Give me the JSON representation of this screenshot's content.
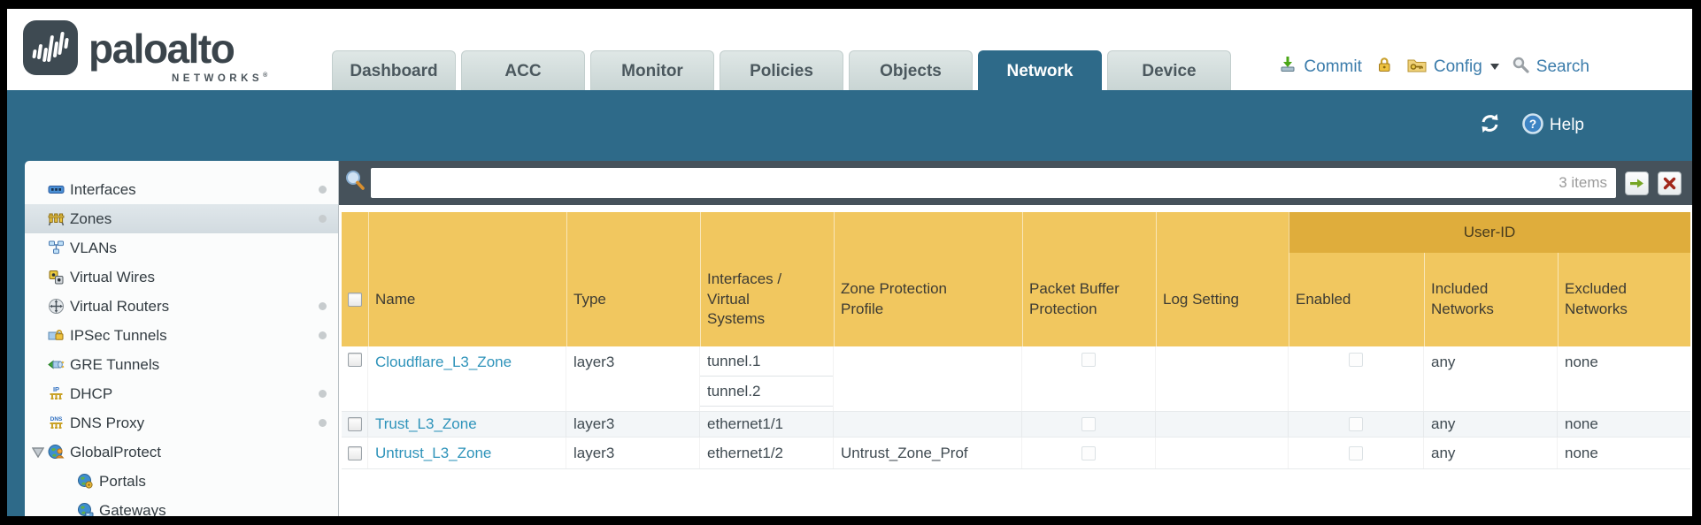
{
  "brand": {
    "name": "paloalto",
    "networks": "NETWORKS",
    "reg": "®"
  },
  "nav": {
    "active_tab": "Network",
    "tabs": [
      {
        "label": "Dashboard",
        "active": false
      },
      {
        "label": "ACC",
        "active": false
      },
      {
        "label": "Monitor",
        "active": false
      },
      {
        "label": "Policies",
        "active": false
      },
      {
        "label": "Objects",
        "active": false
      },
      {
        "label": "Network",
        "active": true
      },
      {
        "label": "Device",
        "active": false
      }
    ]
  },
  "utilities": {
    "commit": "Commit",
    "config": "Config",
    "search": "Search",
    "icons": [
      "commit-icon",
      "lock-icon",
      "config-icon",
      "caret-down-icon",
      "search-icon"
    ]
  },
  "band": {
    "help": "Help",
    "icons": [
      "refresh-icon",
      "help-icon"
    ]
  },
  "filter": {
    "value": "",
    "count": "3 items",
    "icons": [
      "magnifier-icon",
      "apply-filter-arrow-icon",
      "clear-filter-x-icon"
    ]
  },
  "sidebar": {
    "items": [
      {
        "label": "Interfaces",
        "icon": "interfaces-icon",
        "dot": true,
        "selected": false,
        "indent": false
      },
      {
        "label": "Zones",
        "icon": "zones-icon",
        "dot": true,
        "selected": true,
        "indent": false
      },
      {
        "label": "VLANs",
        "icon": "vlans-icon",
        "dot": false,
        "selected": false,
        "indent": false
      },
      {
        "label": "Virtual Wires",
        "icon": "virtual-wires-icon",
        "dot": false,
        "selected": false,
        "indent": false
      },
      {
        "label": "Virtual Routers",
        "icon": "virtual-routers-icon",
        "dot": true,
        "selected": false,
        "indent": false
      },
      {
        "label": "IPSec Tunnels",
        "icon": "ipsec-tunnels-icon",
        "dot": true,
        "selected": false,
        "indent": false
      },
      {
        "label": "GRE Tunnels",
        "icon": "gre-tunnels-icon",
        "dot": false,
        "selected": false,
        "indent": false
      },
      {
        "label": "DHCP",
        "icon": "dhcp-icon",
        "dot": true,
        "selected": false,
        "indent": false
      },
      {
        "label": "DNS Proxy",
        "icon": "dns-proxy-icon",
        "dot": true,
        "selected": false,
        "indent": false
      },
      {
        "label": "GlobalProtect",
        "icon": "globalprotect-icon",
        "dot": false,
        "selected": false,
        "indent": false,
        "expanded": true
      },
      {
        "label": "Portals",
        "icon": "portals-icon",
        "dot": false,
        "selected": false,
        "indent": true
      },
      {
        "label": "Gateways",
        "icon": "gateways-icon",
        "dot": false,
        "selected": false,
        "indent": true
      }
    ]
  },
  "table": {
    "group_header": "User-ID",
    "columns": [
      "Name",
      "Type",
      "Interfaces / Virtual Systems",
      "Zone Protection Profile",
      "Packet Buffer Protection",
      "Log Setting",
      "Enabled",
      "Included Networks",
      "Excluded Networks"
    ],
    "rows": [
      {
        "name": "Cloudflare_L3_Zone",
        "type": "layer3",
        "interfaces": [
          "tunnel.1",
          "tunnel.2"
        ],
        "zone_protection_profile": "",
        "packet_buffer_protection": false,
        "log_setting": "",
        "user_id_enabled": false,
        "included_networks": "any",
        "excluded_networks": "none"
      },
      {
        "name": "Trust_L3_Zone",
        "type": "layer3",
        "interfaces": [
          "ethernet1/1"
        ],
        "zone_protection_profile": "",
        "packet_buffer_protection": false,
        "log_setting": "",
        "user_id_enabled": false,
        "included_networks": "any",
        "excluded_networks": "none"
      },
      {
        "name": "Untrust_L3_Zone",
        "type": "layer3",
        "interfaces": [
          "ethernet1/2"
        ],
        "zone_protection_profile": "Untrust_Zone_Prof",
        "packet_buffer_protection": false,
        "log_setting": "",
        "user_id_enabled": false,
        "included_networks": "any",
        "excluded_networks": "none"
      }
    ]
  },
  "colors": {
    "band_teal": "#2e6a89",
    "filterbar_slate": "#46525b",
    "header_yellow": "#f1c75f",
    "userid_orange": "#dfad3c",
    "link_blue": "#2e93ba",
    "inactive_tab": "#ccd7d6",
    "selected_sidebar": "#d6dfe4"
  }
}
